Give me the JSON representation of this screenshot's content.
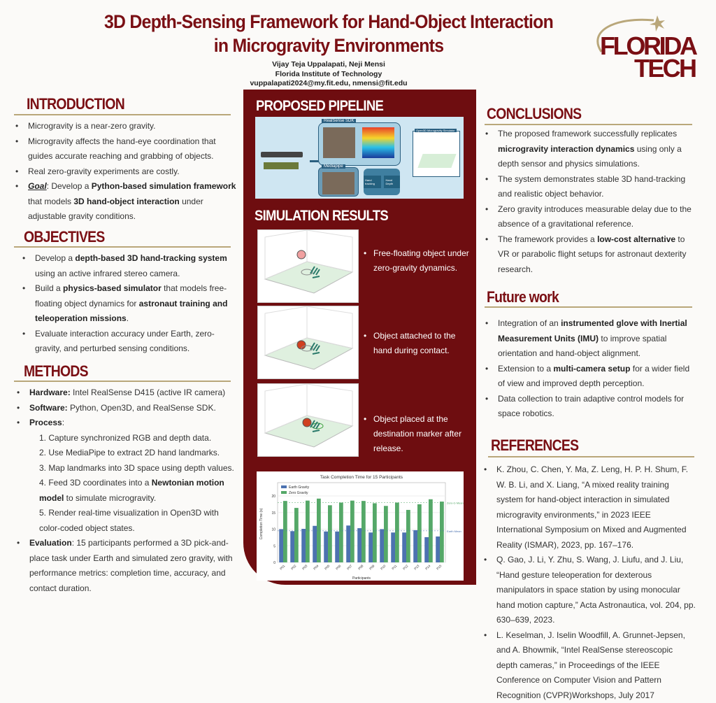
{
  "header": {
    "title_line1": "3D Depth-Sensing Framework for Hand-Object Interaction",
    "title_line2": "in Microgravity Environments",
    "authors": "Vijay Teja Uppalapati,  Neji Mensi",
    "institution": "Florida Institute of Technology",
    "emails": "vuppalapati2024@my.fit.edu, nmensi@fit.edu",
    "logo_text": "FLORIDA TECH"
  },
  "introduction": {
    "heading": "INTRODUCTION",
    "items": [
      [
        {
          "t": "Microgravity is a near-zero gravity."
        }
      ],
      [
        {
          "t": "Microgravity affects the hand-eye coordination that guides accurate reaching and grabbing of objects."
        }
      ],
      [
        {
          "t": "Real zero-gravity experiments are costly."
        }
      ],
      [
        {
          "t": "Goal",
          "b": 1,
          "i": 1
        },
        {
          "t": ": Develop a "
        },
        {
          "t": "Python-based simulation framework",
          "b": 1
        },
        {
          "t": " that models "
        },
        {
          "t": "3D hand-object interaction",
          "b": 1
        },
        {
          "t": " under adjustable gravity conditions."
        }
      ]
    ]
  },
  "objectives": {
    "heading": "OBJECTIVES",
    "items": [
      [
        {
          "t": "Develop a "
        },
        {
          "t": "depth-based 3D hand-tracking system",
          "b": 1
        },
        {
          "t": " using an active infrared stereo camera."
        }
      ],
      [
        {
          "t": "Build a "
        },
        {
          "t": "physics-based simulator",
          "b": 1
        },
        {
          "t": " that models free-floating object dynamics for "
        },
        {
          "t": "astronaut training and teleoperation missions",
          "b": 1
        },
        {
          "t": "."
        }
      ],
      [
        {
          "t": "Evaluate interaction accuracy under Earth, zero-gravity, and perturbed sensing conditions."
        }
      ]
    ]
  },
  "methods": {
    "heading": "METHODS",
    "items": [
      [
        {
          "t": "Hardware:",
          "b": 1
        },
        {
          "t": " Intel RealSense D415 (active IR camera)"
        }
      ],
      [
        {
          "t": "Software:",
          "b": 1
        },
        {
          "t": " Python, Open3D, and RealSense SDK."
        }
      ],
      [
        {
          "t": "Process",
          "b": 1
        },
        {
          "t": ":"
        }
      ],
      [
        {
          "t": "1.  Capture synchronized RGB and depth data.",
          "sub": 1
        }
      ],
      [
        {
          "t": "2.  Use MediaPipe to extract 2D hand landmarks.",
          "sub": 1
        }
      ],
      [
        {
          "t": "3.  Map landmarks into 3D space using depth values.",
          "sub": 1
        }
      ],
      [
        {
          "t": "4.  Feed 3D coordinates into a ",
          "sub": 1
        },
        {
          "t": "Newtonian motion model",
          "b": 1
        },
        {
          "t": " to simulate microgravity."
        }
      ],
      [
        {
          "t": "5.  Render real-time visualization in Open3D with color-coded object states.",
          "sub": 1
        }
      ],
      [
        {
          "t": "Evaluation",
          "b": 1
        },
        {
          "t": ": 15 participants performed a 3D pick-and-place task under Earth and simulated zero gravity, with performance metrics: completion time, accuracy, and contact duration."
        }
      ]
    ]
  },
  "pipeline": {
    "heading": "PROPOSED PIPELINE",
    "realsense_label": "RealSense SDK",
    "mediapipe_label": "Mediapipe",
    "simulator_label": "Open3D Microgravity Simulator",
    "box1": "Hand tracking",
    "box2": "Hand Depth"
  },
  "simulation": {
    "heading": "SIMULATION RESULTS",
    "captions": [
      "Free-floating object under zero-gravity dynamics.",
      "Object attached to the hand during contact.",
      "Object placed at the destination marker after release."
    ]
  },
  "conclusions": {
    "heading": "CONCLUSIONS",
    "items": [
      [
        {
          "t": "The proposed framework successfully replicates "
        },
        {
          "t": "microgravity interaction dynamics",
          "b": 1
        },
        {
          "t": " using only a depth sensor and physics simulations."
        }
      ],
      [
        {
          "t": "The system demonstrates stable 3D hand-tracking and realistic object behavior."
        }
      ],
      [
        {
          "t": "Zero gravity introduces measurable delay due to the absence of a gravitational reference."
        }
      ],
      [
        {
          "t": "The framework provides a "
        },
        {
          "t": "low-cost alternative",
          "b": 1
        },
        {
          "t": " to VR or parabolic flight setups for astronaut dexterity research."
        }
      ]
    ]
  },
  "future": {
    "heading": "Future work",
    "items": [
      [
        {
          "t": "Integration of an "
        },
        {
          "t": "instrumented glove with Inertial Measurement Units (IMU)",
          "b": 1
        },
        {
          "t": " to improve spatial orientation and hand-object alignment."
        }
      ],
      [
        {
          "t": "Extension to a "
        },
        {
          "t": "multi-camera setup",
          "b": 1
        },
        {
          "t": " for a wider field of view and improved depth perception."
        }
      ],
      [
        {
          "t": "Data collection to train adaptive control models for space robotics."
        }
      ]
    ]
  },
  "references": {
    "heading": "REFERENCES",
    "items": [
      "K. Zhou, C. Chen, Y. Ma, Z. Leng, H. P. H. Shum, F. W. B. Li, and X. Liang, “A mixed reality training system for hand-object interaction in simulated microgravity environments,” in 2023 IEEE International Symposium on Mixed and Augmented Reality (ISMAR), 2023, pp. 167–176.",
      "Q. Gao, J. Li, Y. Zhu, S. Wang, J. Liufu, and J. Liu, “Hand gesture teleoperation for dexterous manipulators in space station by using monocular hand motion capture,” Acta Astronautica, vol. 204, pp. 630–639, 2023.",
      "L. Keselman, J. Iselin Woodfill, A. Grunnet-Jepsen, and A. Bhowmik, “Intel RealSense stereoscopic depth cameras,” in Proceedings of the IEEE Conference on Computer Vision and Pattern Recognition (CVPR)Workshops, July 2017"
    ]
  },
  "chart_data": {
    "type": "bar",
    "title": "Task Completion Time for 15 Participants",
    "xlabel": "Participants",
    "ylabel": "Completion Time (s)",
    "ylim": [
      0,
      24
    ],
    "yticks": [
      0,
      5,
      10,
      15,
      20
    ],
    "categories": [
      "P01",
      "P02",
      "P03",
      "P04",
      "P05",
      "P06",
      "P07",
      "P08",
      "P09",
      "P10",
      "P11",
      "P12",
      "P13",
      "P14",
      "P15"
    ],
    "series": [
      {
        "name": "Earth Gravity",
        "color": "#4c72b0",
        "values": [
          10.0,
          9.4,
          10.1,
          11.0,
          9.3,
          9.3,
          11.1,
          10.3,
          9.0,
          10.0,
          9.0,
          9.0,
          9.7,
          7.6,
          7.8
        ]
      },
      {
        "name": "Zero Gravity",
        "color": "#55a868",
        "values": [
          18.5,
          16.4,
          18.6,
          19.2,
          17.2,
          18.0,
          18.6,
          18.5,
          17.8,
          17.0,
          18.0,
          15.8,
          17.5,
          19.0,
          18.3
        ]
      }
    ],
    "mean_lines": [
      {
        "label": "Zero-G Mean",
        "value": 18.0,
        "color": "#55a868"
      },
      {
        "label": "Earth Mean",
        "value": 9.5,
        "color": "#4c72b0"
      }
    ],
    "legend": "top-left",
    "grid": true
  },
  "colors": {
    "maroon": "#7a0f14",
    "panel": "#6e0d10",
    "gold": "#b9a77a"
  }
}
